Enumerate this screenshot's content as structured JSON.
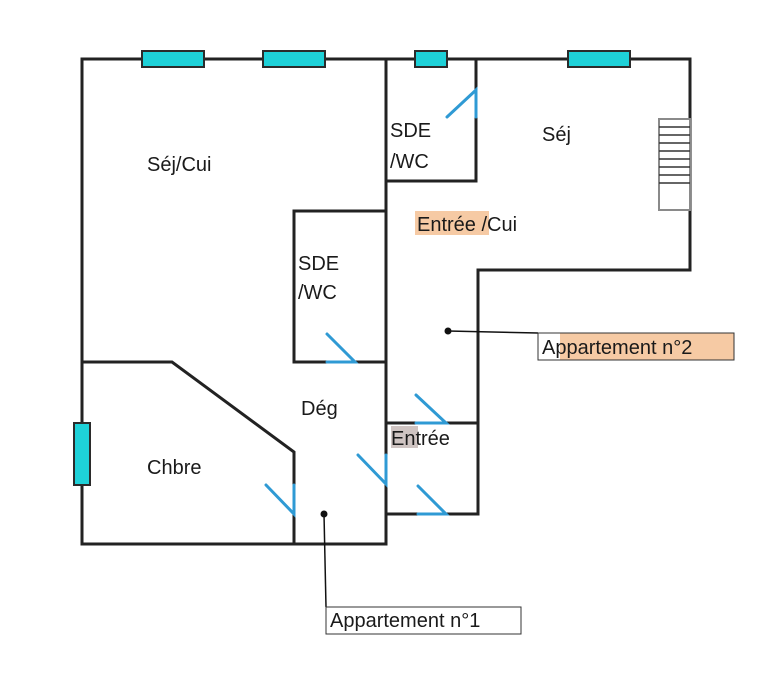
{
  "rooms": {
    "sej_cui": "Séj/Cui",
    "sde_wc_top_line1": "SDE",
    "sde_wc_top_line2": "/WC",
    "sej_right": "Séj",
    "entree_cui_a": "Entrée",
    "entree_cui_b": " /Cui",
    "sde_wc_mid_line1": "SDE",
    "sde_wc_mid_line2": "/WC",
    "deg": "Dég",
    "entree": "Entrée",
    "chbre": "Chbre"
  },
  "callouts": {
    "apartment_2": "Appartement n°2",
    "apartment_1": "Appartement n°1"
  },
  "colors": {
    "window": "#1ed1d8",
    "door": "#2f9ad4",
    "highlight": "#f6caa4",
    "wall": "#222222"
  }
}
